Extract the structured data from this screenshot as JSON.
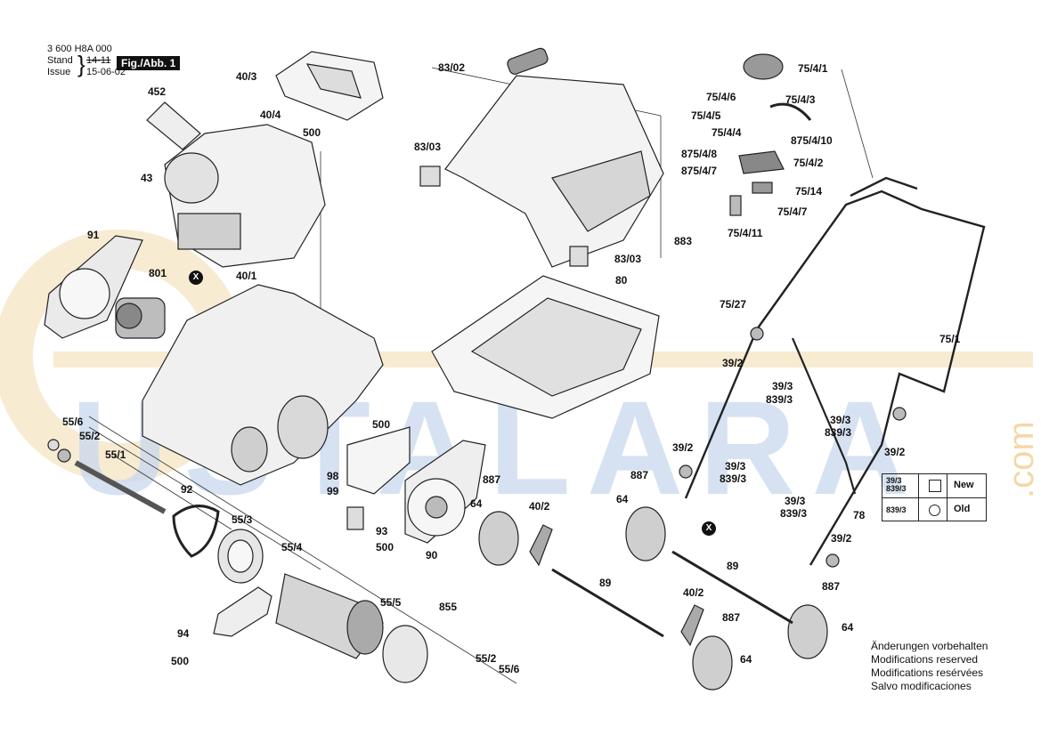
{
  "header": {
    "doc_number": "3 600 H8A 000",
    "stand_label": "Stand",
    "stand_value": "14-11",
    "issue_label": "Issue",
    "issue_value": "15-06-02",
    "figure_label": "Fig./Abb. 1"
  },
  "watermark": {
    "text": "USTALARA",
    "domain": ".com",
    "color": "#c9d9ee",
    "accent": "#f3d8a8"
  },
  "part_labels": [
    "40/3",
    "452",
    "40/4",
    "500",
    "43",
    "91",
    "801",
    "40/1",
    "55/6",
    "55/2",
    "55/1",
    "500",
    "98",
    "99",
    "92",
    "93",
    "500",
    "55/3",
    "55/4",
    "90",
    "55/5",
    "855",
    "94",
    "500",
    "55/2",
    "55/6",
    "83/02",
    "83/03",
    "883",
    "83/03",
    "80",
    "887",
    "64",
    "40/2",
    "887",
    "64",
    "89",
    "89",
    "40/2",
    "887",
    "64",
    "887",
    "64",
    "75/4/1",
    "75/4/6",
    "75/4/3",
    "75/4/5",
    "75/4/4",
    "875/4/8",
    "875/4/10",
    "875/4/7",
    "75/4/2",
    "75/14",
    "75/4/7",
    "75/4/11",
    "75/27",
    "75/1",
    "39/2",
    "39/3",
    "839/3",
    "39/3",
    "839/3",
    "39/2",
    "39/2",
    "39/3",
    "839/3",
    "39/3",
    "839/3",
    "78",
    "39/2"
  ],
  "marker_symbol": "X",
  "legend": {
    "rows": [
      {
        "code": "39/3\n839/3",
        "status": "New"
      },
      {
        "code": "839/3",
        "status": "Old"
      }
    ]
  },
  "notes": [
    "Änderungen vorbehalten",
    "Modifications reserved",
    "Modifications resérvées",
    "Salvo modificaciones"
  ]
}
